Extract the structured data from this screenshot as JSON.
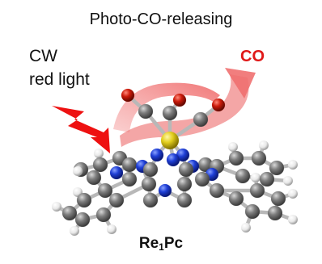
{
  "title": "Photo-CO-releasing",
  "light": {
    "line1": "CW",
    "line2": "red light"
  },
  "released": "CO",
  "compound": {
    "base": "Re",
    "subscript": "1",
    "suffix": "Pc"
  },
  "colors": {
    "carbon": "#7a7a7a",
    "nitrogen": "#1f3fd6",
    "hydrogen": "#f2f2f2",
    "oxygen": "#cc1a0a",
    "rhenium": "#e3cf1e",
    "bond": "#b8b8b8",
    "lightning": "#ee1111",
    "release_arrow": "#f08080",
    "co_text": "#e01818"
  }
}
